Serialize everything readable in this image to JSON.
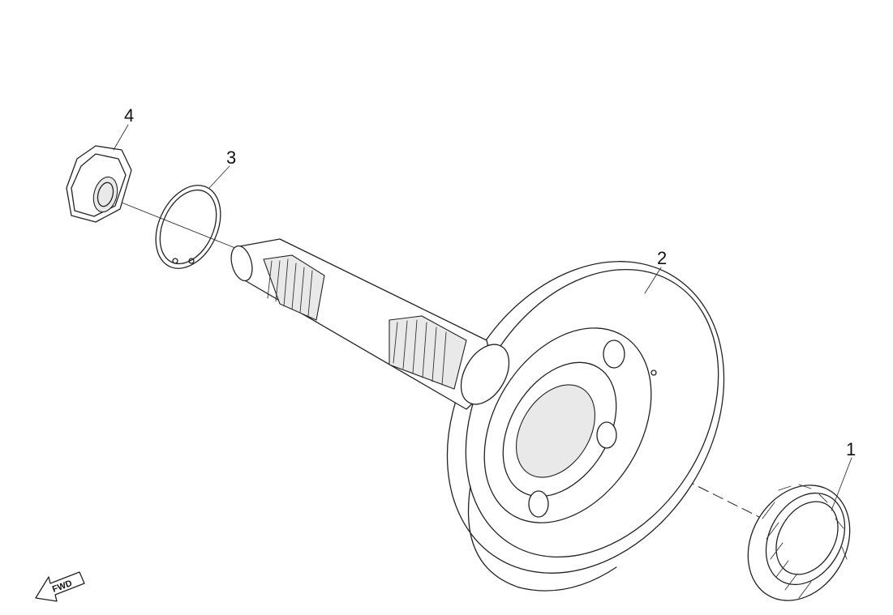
{
  "callouts": [
    {
      "id": "1",
      "label": "1"
    },
    {
      "id": "2",
      "label": "2"
    },
    {
      "id": "3",
      "label": "3"
    },
    {
      "id": "4",
      "label": "4"
    }
  ],
  "direction_badge": {
    "text": "FWD"
  }
}
